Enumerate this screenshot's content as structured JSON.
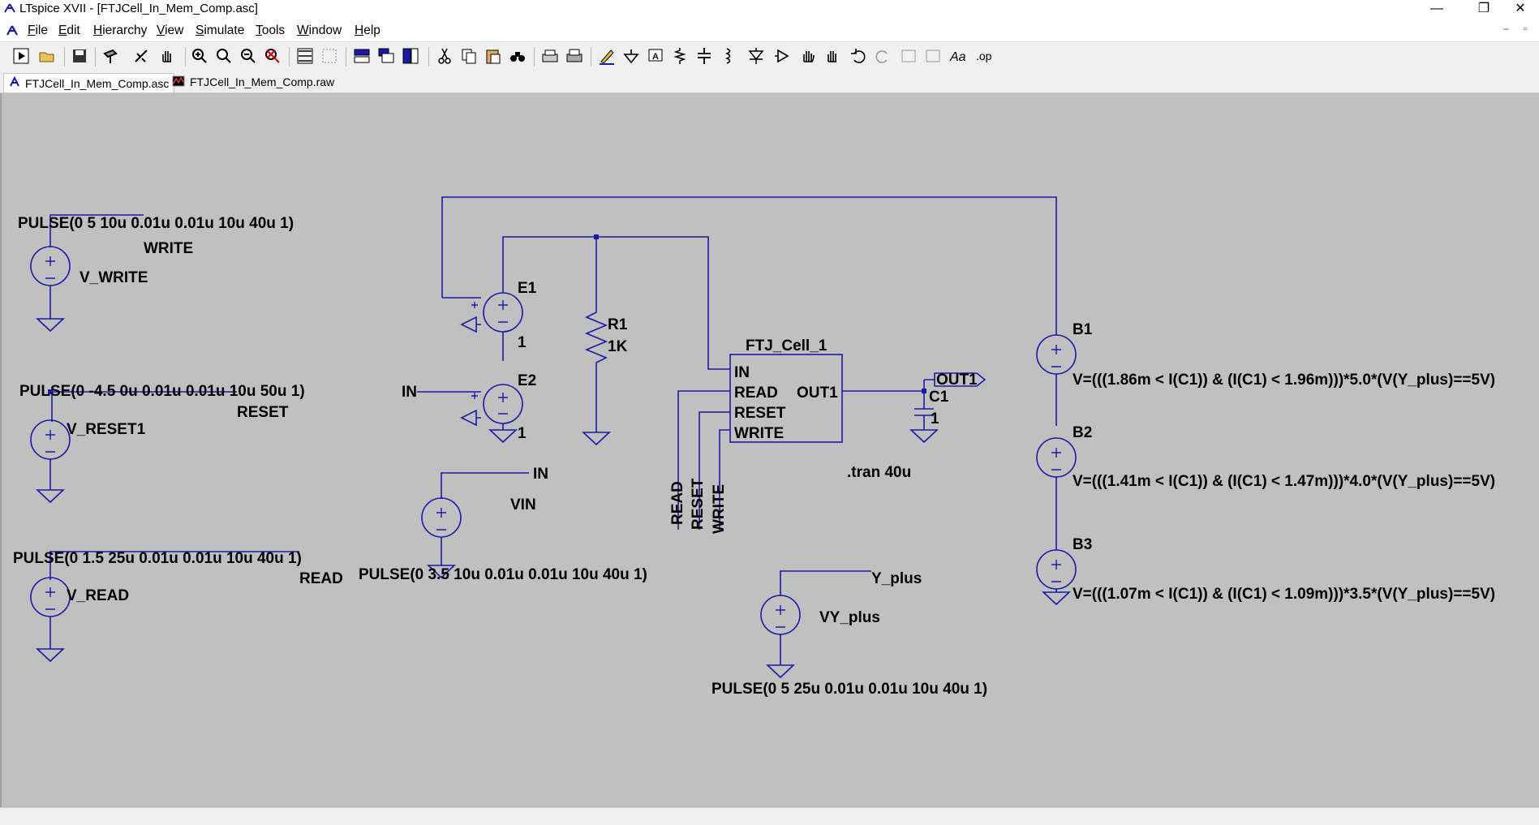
{
  "window": {
    "title": "LTspice XVII - [FTJCell_In_Mem_Comp.asc]",
    "minimize": "—",
    "maximize": "❐",
    "close": "✕"
  },
  "menu": {
    "items": [
      {
        "label": "File",
        "u": "F",
        "rest": "ile"
      },
      {
        "label": "Edit",
        "u": "E",
        "rest": "dit"
      },
      {
        "label": "Hierarchy",
        "u": "H",
        "rest": "ierarchy"
      },
      {
        "label": "View",
        "u": "V",
        "rest": "iew"
      },
      {
        "label": "Simulate",
        "u": "S",
        "rest": "imulate"
      },
      {
        "label": "Tools",
        "u": "T",
        "rest": "ools"
      },
      {
        "label": "Window",
        "u": "W",
        "rest": "indow"
      },
      {
        "label": "Help",
        "u": "H",
        "rest": "elp"
      }
    ],
    "mdi_min": "–",
    "mdi_restore": "▫"
  },
  "tabs": [
    {
      "label": "FTJCell_In_Mem_Comp.asc",
      "icon": "schematic-icon"
    },
    {
      "label": "FTJCell_In_Mem_Comp.raw",
      "icon": "waveform-icon"
    }
  ],
  "schematic": {
    "v_write": {
      "name": "V_WRITE",
      "value": "PULSE(0 5 10u 0.01u 0.01u 10u 40u 1)",
      "net": "WRITE"
    },
    "v_reset": {
      "name": "V_RESET1",
      "value": "PULSE(0 -4.5 0u 0.01u 0.01u 10u 50u 1)",
      "net": "RESET"
    },
    "v_read": {
      "name": "V_READ",
      "value": "PULSE(0 1.5 25u 0.01u 0.01u 10u 40u 1)",
      "net": "READ"
    },
    "vin": {
      "name": "VIN",
      "value": "PULSE(0 3.5 10u 0.01u 0.01u 10u 40u 1)",
      "net": "IN"
    },
    "vy_plus": {
      "name": "VY_plus",
      "value": "PULSE(0 5 25u 0.01u 0.01u 10u 40u 1)",
      "net": "Y_plus"
    },
    "e1": {
      "name": "E1",
      "gain": "1"
    },
    "e2": {
      "name": "E2",
      "gain": "1",
      "net": "IN"
    },
    "r1": {
      "name": "R1",
      "value": "1K"
    },
    "cell": {
      "name": "FTJ_Cell_1",
      "pins": [
        "IN",
        "READ",
        "RESET",
        "WRITE"
      ],
      "out": "OUT1"
    },
    "cell_labels": [
      "READ",
      "RESET",
      "WRITE"
    ],
    "out_flag": "OUT1",
    "c1": {
      "name": "C1",
      "value": "1"
    },
    "tran": ".tran 40u",
    "b1": {
      "name": "B1",
      "expr": "V=(((1.86m < I(C1)) & (I(C1) < 1.96m)))*5.0*(V(Y_plus)==5V)"
    },
    "b2": {
      "name": "B2",
      "expr": "V=(((1.41m < I(C1)) & (I(C1) < 1.47m)))*4.0*(V(Y_plus)==5V)"
    },
    "b3": {
      "name": "B3",
      "expr": "V=(((1.07m < I(C1)) & (I(C1) < 1.09m)))*3.5*(V(Y_plus)==5V)"
    },
    "colors": {
      "wire": "#1a1aa8",
      "background": "#c0c0c0",
      "text": "#000000"
    }
  }
}
